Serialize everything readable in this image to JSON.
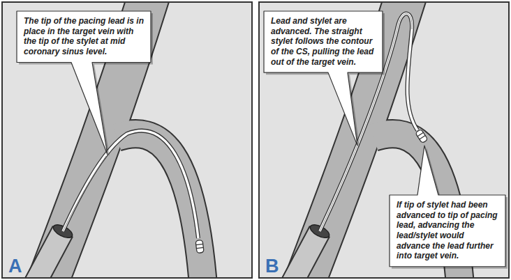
{
  "diagram": {
    "nodes": [
      {
        "text": [
          "A"
        ]
      },
      {
        "text": [
          "The tip of the pacing lead is in place in the target vein with the tip of the stylet at mid coronary sinus level."
        ],
        "in": 0
      },
      {
        "text": [
          "B"
        ]
      },
      {
        "text": [
          "Lead and stylet are advanced. The straight stylet follows the contour of the CS, pulling the lead out of the target vein."
        ],
        "in": 2
      },
      {
        "text": [
          "If tip of stylet had been advanced to tip of pacing lead, advancing the lead/stylet would advance the lead further into target vein."
        ],
        "in": 2
      }
    ]
  }
}
